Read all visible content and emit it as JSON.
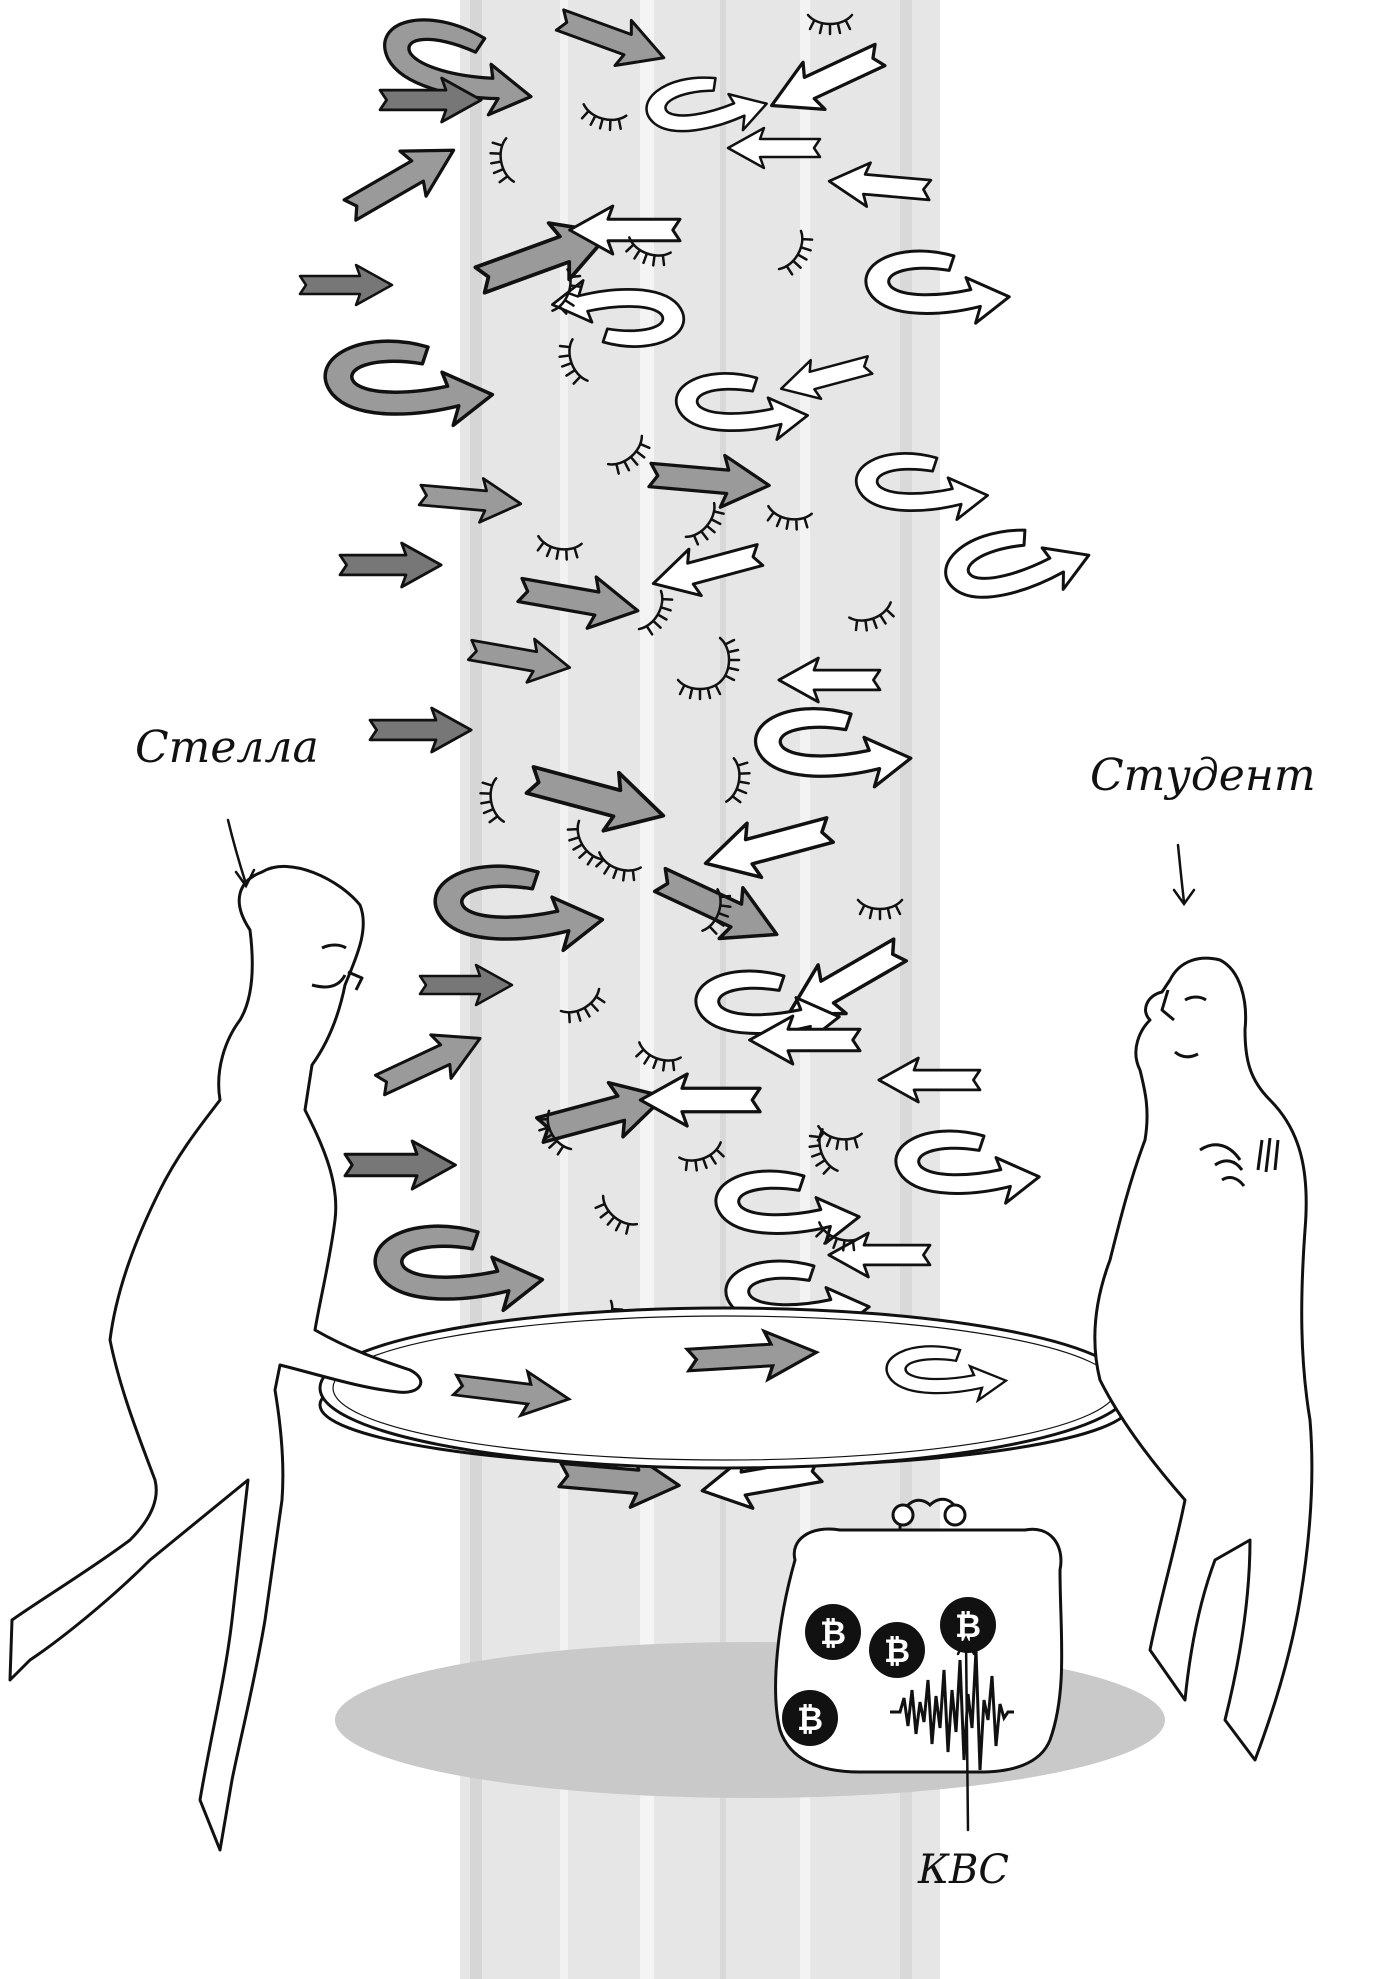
{
  "labels": {
    "stella": "Стелла",
    "student": "Студент",
    "kvs": "КВС"
  },
  "wallet": {
    "coin_symbol": "₿",
    "coin_count": 4
  },
  "colors": {
    "background": "#ffffff",
    "beam": "#e4e4e4",
    "beam_stripe": "#d2d2d2",
    "arrow_gray": "#9a9a9a",
    "arrow_dark": "#777777",
    "arrow_white": "#ffffff",
    "outline": "#111111",
    "floor_shadow": "#c9c9c9",
    "coin": "#111111"
  }
}
